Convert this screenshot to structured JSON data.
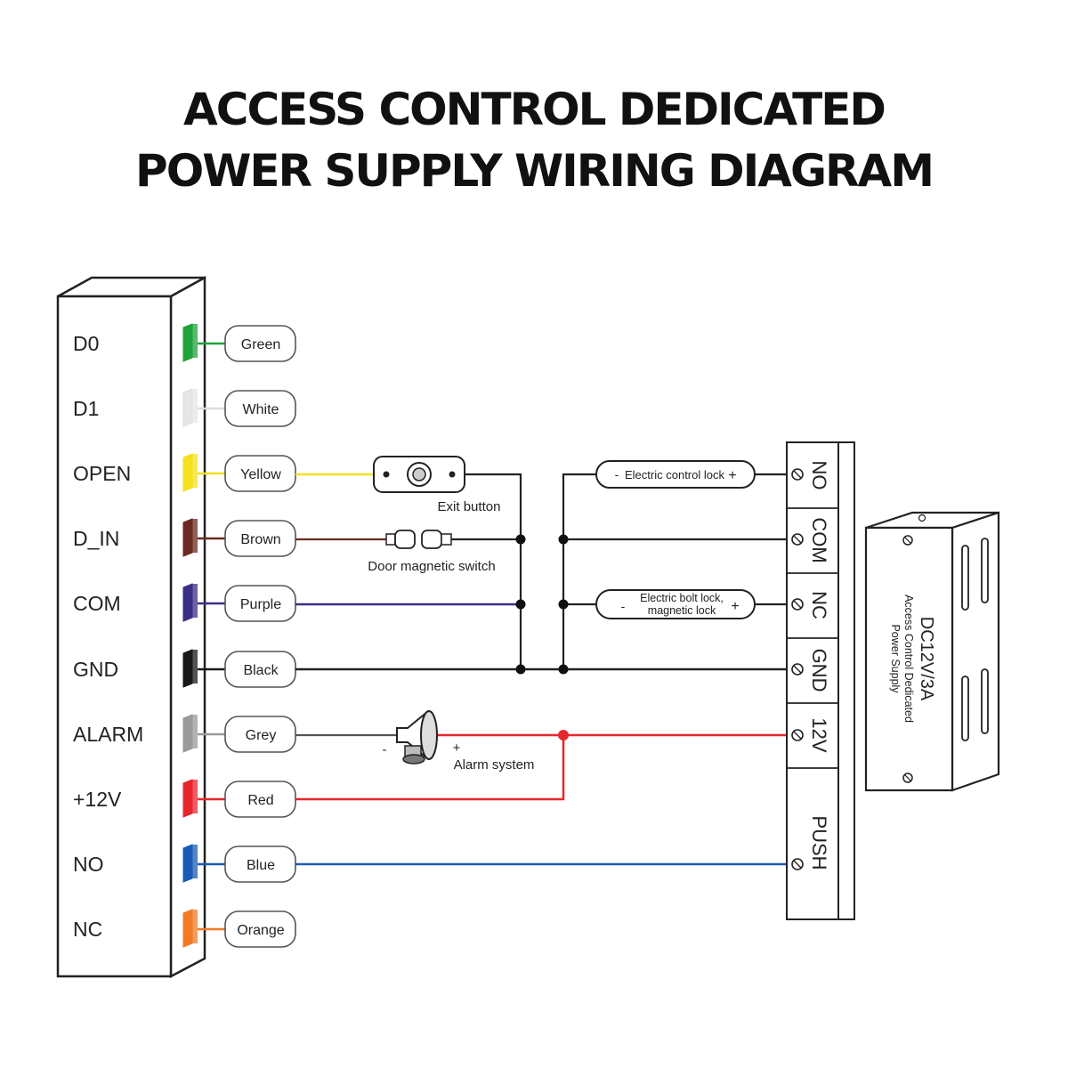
{
  "title": {
    "line1": "ACCESS CONTROL DEDICATED",
    "line2": "POWER SUPPLY WIRING DIAGRAM"
  },
  "controller": {
    "pins": [
      {
        "label": "D0",
        "wire": "Green",
        "color": "#1fa33a"
      },
      {
        "label": "D1",
        "wire": "White",
        "color": "#e6e6e6"
      },
      {
        "label": "OPEN",
        "wire": "Yellow",
        "color": "#f4e01c"
      },
      {
        "label": "D_IN",
        "wire": "Brown",
        "color": "#6b2a20"
      },
      {
        "label": "COM",
        "wire": "Purple",
        "color": "#3a2f86"
      },
      {
        "label": "GND",
        "wire": "Black",
        "color": "#1a1a1a"
      },
      {
        "label": "ALARM",
        "wire": "Grey",
        "color": "#9a9a9a"
      },
      {
        "label": "+12V",
        "wire": "Red",
        "color": "#e8262e"
      },
      {
        "label": "NO",
        "wire": "Blue",
        "color": "#1a5bb5"
      },
      {
        "label": "NC",
        "wire": "Orange",
        "color": "#f07a25"
      }
    ]
  },
  "devices": {
    "exit_button": "Exit button",
    "door_switch": "Door magnetic switch",
    "alarm": "Alarm system",
    "alarm_minus": "-",
    "alarm_plus": "+",
    "control_lock": {
      "minus": "-",
      "name": "Electric control lock",
      "plus": "+"
    },
    "bolt_lock": {
      "minus": "-",
      "line1": "Electric bolt lock,",
      "line2": "magnetic lock",
      "plus": "+"
    }
  },
  "terminal": {
    "labels": [
      "NO",
      "COM",
      "NC",
      "GND",
      "12V",
      "PUSH"
    ]
  },
  "power_supply": {
    "rating": "DC12V/3A",
    "line1": "Access Control Dedicated",
    "line2": "Power Supply"
  }
}
